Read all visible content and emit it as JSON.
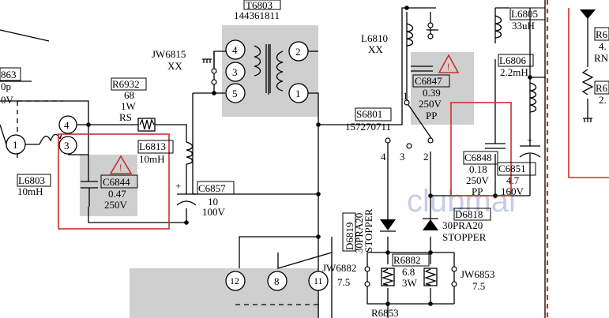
{
  "labels": {
    "t6803_ref": "T6803",
    "t6803_part": "144361811",
    "jw6815_ref": "JW6815",
    "jw6815_val": "XX",
    "l6810_ref": "L6810",
    "l6810_val": "XX",
    "l6805_ref": "L6805",
    "l6805_val": "33uH",
    "l6806_ref": "L6806",
    "l6806_val": "2.2mH",
    "c6847_ref": "C6847",
    "c6847_val1": "0.39",
    "c6847_val2": "250V",
    "c6847_val3": "PP",
    "left_ref_frag": "863",
    "left_val1_frag": "0p",
    "left_val2_frag": "0V",
    "r6932_ref": "R6932",
    "r6932_val1": "68",
    "r6932_val2": "1W",
    "r6932_val3": "RS",
    "l6813_ref": "L6813",
    "l6813_val": "10mH",
    "l6803_ref": "L6803",
    "l6803_val": "10mH",
    "c6844_ref": "C6844",
    "c6844_val1": "0.47",
    "c6844_val2": "250V",
    "c6857_ref": "C6857",
    "c6857_val1": "10",
    "c6857_val2": "100V",
    "s6801_ref": "S6801",
    "s6801_part": "157270711",
    "c6848_ref": "C6848",
    "c6848_val1": "0.18",
    "c6848_val2": "250V",
    "c6848_val3": "PP",
    "c6851_ref": "C6851",
    "c6851_val1": "4.7",
    "c6851_val2": "160V",
    "d6818_ref": "D6818",
    "d6818_part": "30PRA20",
    "d6818_note": "STOPPER",
    "d6819_ref": "D6819",
    "d6819_part": "30PRA20",
    "d6819_note": "STOPPER",
    "r6882_ref": "R6882",
    "r6882_val1": "6.8",
    "r6882_val2": "3W",
    "jw6882_ref": "JW6882",
    "jw6882_val": "7.5",
    "jw6853_ref": "JW6853",
    "jw6853_val": "7.5",
    "r6853_ref": "R6853",
    "right_ref1_frag": "R6",
    "right_val1a_frag": "4.",
    "right_val1b_frag": "RN",
    "right_ref2_frag": "R6",
    "right_val2_frag": "2.",
    "watermark": "clubmai",
    "pin_4": "4",
    "pin_3": "3",
    "pin_2": "2",
    "pin_5": "5",
    "pin_1": "1",
    "pin_12": "12",
    "pin_8": "8",
    "pin_11": "11",
    "sw_4": "4",
    "sw_3": "3",
    "sw_2": "2",
    "sw_1": "1",
    "left_pin_1": "1",
    "left_pin_4": "4",
    "left_pin_3": "3",
    "plus_c6857": "+",
    "plus_c6851": "+",
    "warn_mark": "!"
  },
  "colors": {
    "red_highlight": "#c9302c",
    "shade": "#cfcfcf",
    "watermark": "#c7cde6"
  }
}
